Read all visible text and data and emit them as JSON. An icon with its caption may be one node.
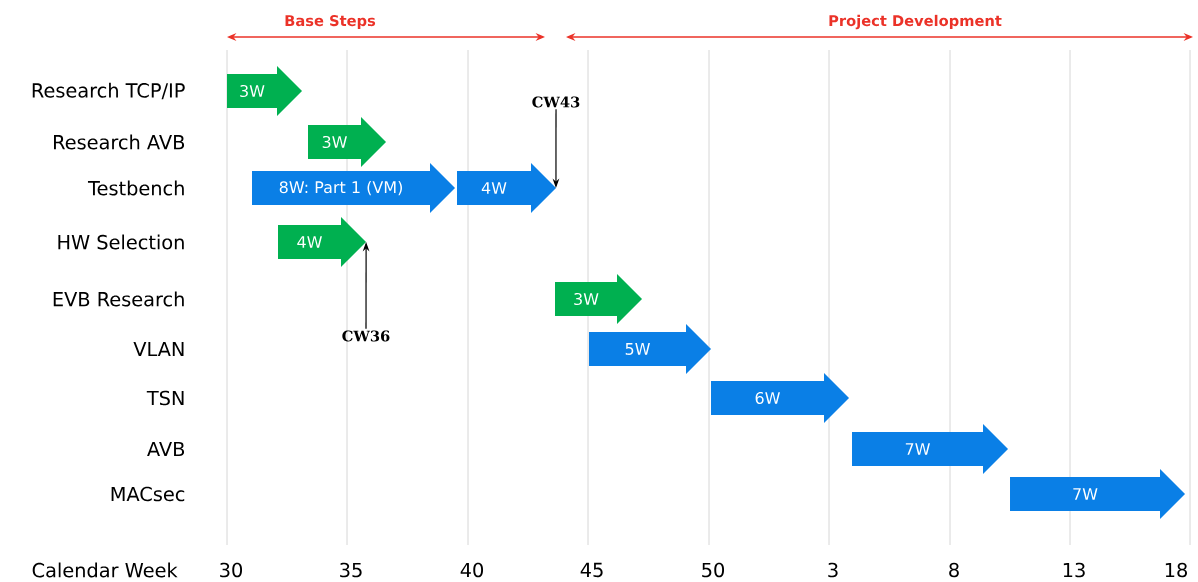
{
  "diagram": {
    "nodes": [
      {
        "text": [
          "3W"
        ]
      },
      {
        "text": [
          "3W"
        ]
      },
      {
        "text": [
          "8W: Part 1 (VM)"
        ]
      },
      {
        "text": [
          "4W"
        ]
      },
      {
        "text": [
          "4W"
        ]
      },
      {
        "text": [
          "3W"
        ]
      },
      {
        "text": [
          "5W"
        ]
      },
      {
        "text": [
          "6W"
        ]
      },
      {
        "text": [
          "7W"
        ]
      },
      {
        "text": [
          "7W"
        ]
      },
      {
        "text": [
          "CW43"
        ]
      },
      {
        "text": [
          "CW36"
        ]
      }
    ],
    "edges": [
      {
        "from": 10,
        "to": 3,
        "arrow": "to"
      },
      {
        "from": 11,
        "to": 4,
        "arrow": "to"
      }
    ],
    "labels": [
      "Base Steps",
      "Project Development",
      "Research TCP/IP",
      "Research AVB",
      "Testbench",
      "HW Selection",
      "EVB Research",
      "VLAN",
      "TSN",
      "AVB",
      "MACsec",
      "Calendar Week",
      "30",
      "35",
      "40",
      "45",
      "50",
      "3",
      "8",
      "13",
      "18"
    ]
  }
}
